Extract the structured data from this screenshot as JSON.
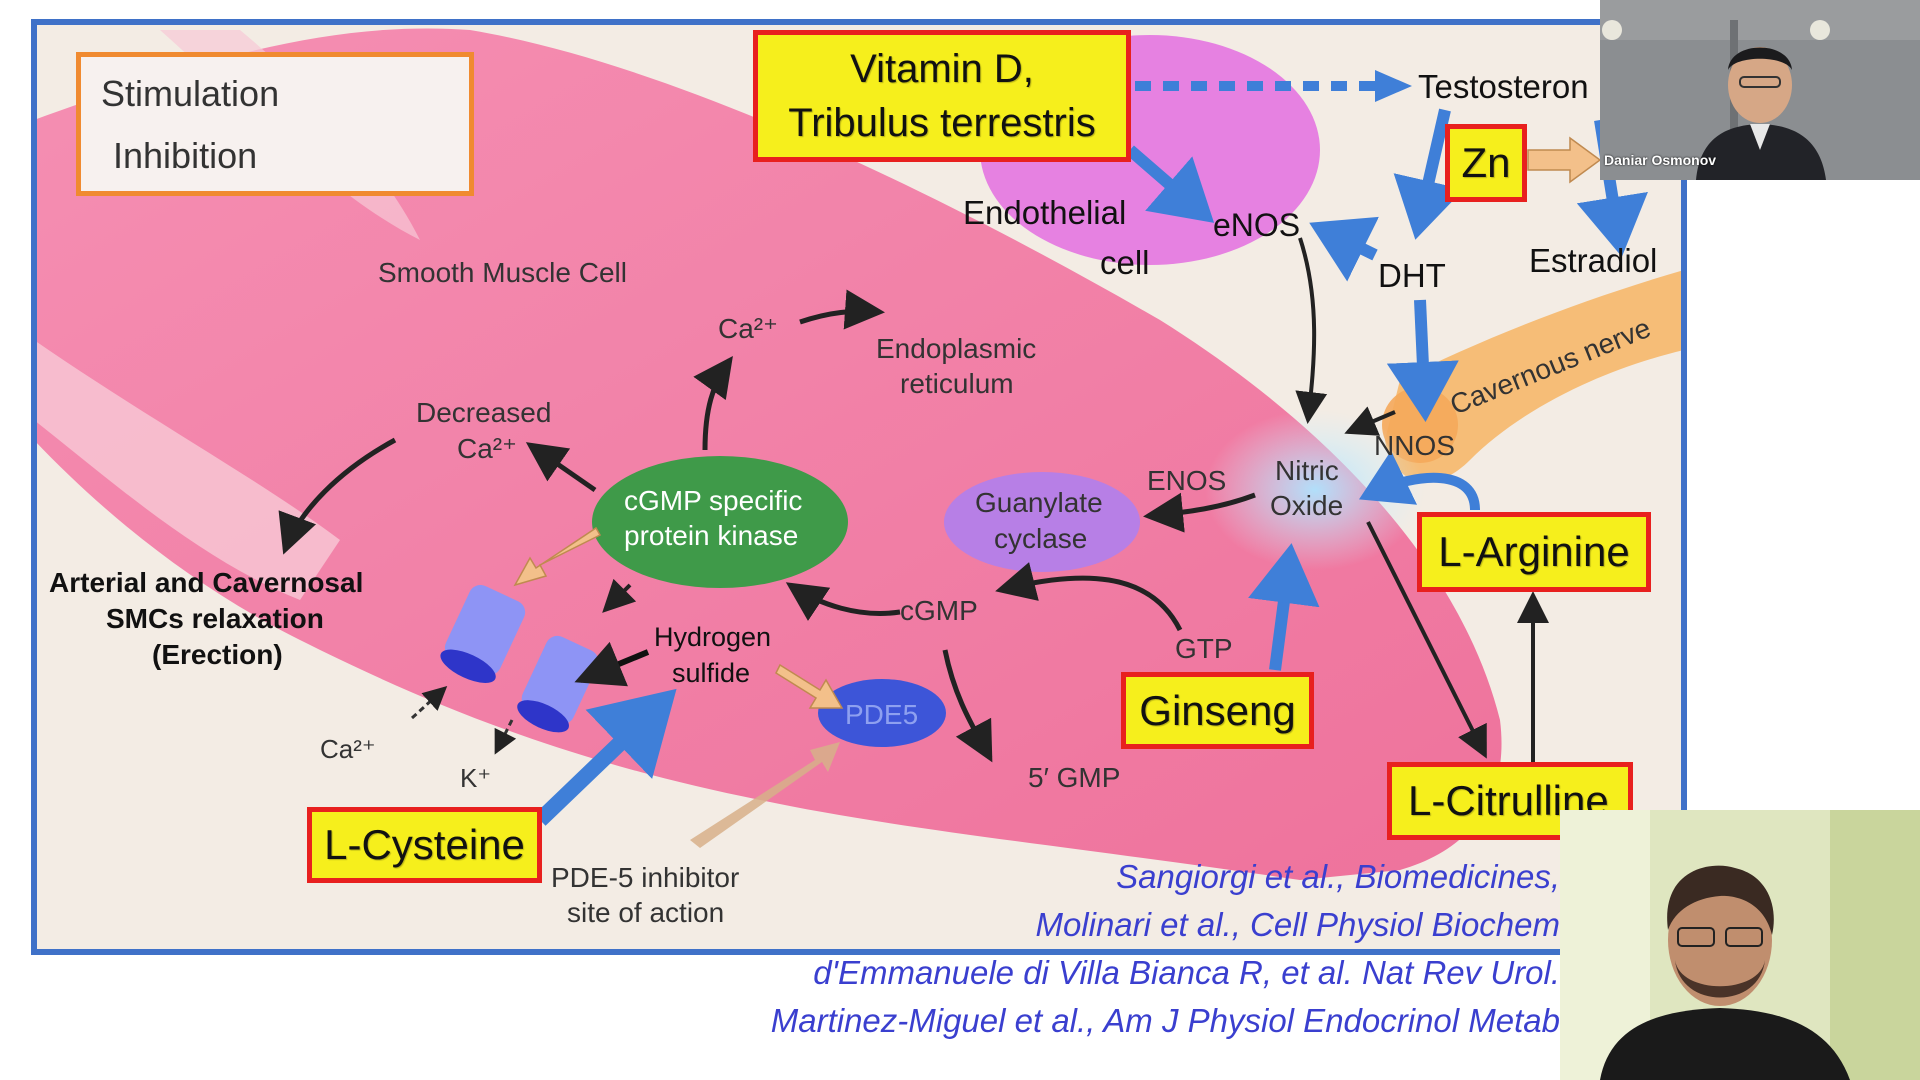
{
  "legend": {
    "stimulation": "Stimulation",
    "inhibition": "Inhibition"
  },
  "boxes": {
    "vitamin_d_line1": "Vitamin D,",
    "vitamin_d_line2": "Tribulus terrestris",
    "zn": "Zn",
    "l_arginine": "L-Arginine",
    "ginseng": "Ginseng",
    "l_citrulline": "L-Citrulline",
    "l_cysteine": "L-Cysteine"
  },
  "diagram": {
    "testosterone": "Testosteron",
    "endothelial_1": "Endothelial",
    "endothelial_2": "cell",
    "enos_upper": "eNOS",
    "dht": "DHT",
    "estradiol": "Estradiol",
    "cavernous_nerve": "Cavernous nerve",
    "nnos": "NNOS",
    "nitric_1": "Nitric",
    "nitric_2": "Oxide",
    "enos_lower": "ENOS",
    "guanylate_1": "Guanylate",
    "guanylate_2": "cyclase",
    "smooth_muscle": "Smooth Muscle Cell",
    "ca_er": "Ca²⁺",
    "er_1": "Endoplasmic",
    "er_2": "reticulum",
    "decreased_1": "Decreased",
    "decreased_2": "Ca²⁺",
    "pkg_1": "cGMP specific",
    "pkg_2": "protein kinase",
    "relax_1": "Arterial and Cavernosal",
    "relax_2": "SMCs relaxation",
    "relax_3": "(Erection)",
    "h2s_1": "Hydrogen",
    "h2s_2": "sulfide",
    "cgmp": "cGMP",
    "gtp": "GTP",
    "pde5": "PDE5",
    "gmp5": "5′ GMP",
    "ca_channel": "Ca²⁺",
    "k_channel": "K⁺",
    "pde5_site_1": "PDE-5 inhibitor",
    "pde5_site_2": "site of action"
  },
  "citations": [
    "Sangiorgi et al., Biomedicines,",
    "Molinari et al., Cell Physiol Biochem",
    "d'Emmanuele di Villa Bianca R, et al. Nat Rev Urol.",
    "Martinez-Miguel et al., Am J Physiol Endocrinol Metab"
  ],
  "participants": [
    {
      "name": "Daniar Osmonov"
    },
    {
      "name": ""
    }
  ],
  "colors": {
    "border": "#3f71c8",
    "box_fill": "#f6ef1c",
    "box_border": "#e8201e",
    "cell_pink": "#f27fa3",
    "blue_arrow": "#3f7fd8"
  }
}
